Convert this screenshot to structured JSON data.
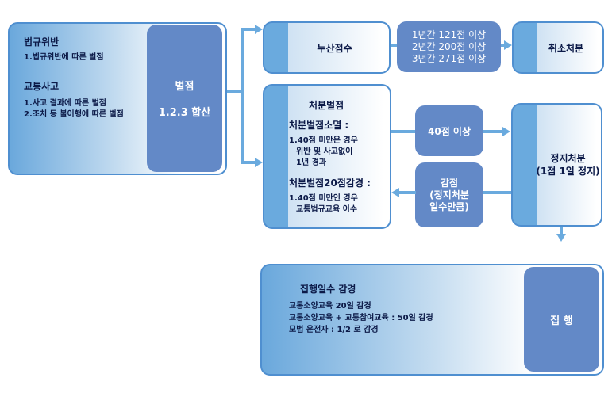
{
  "source": {
    "violation_title": "법규위반",
    "violation_item": "1.법규위반에 따른 벌점",
    "accident_title": "교통사고",
    "accident_items": [
      "1.사고 결과에 따른 벌점",
      "2.조치 등 불이행에 따른 벌점"
    ],
    "sum_title": "벌점",
    "sum_label": "1.2.3 합산"
  },
  "cumulative": {
    "label": "누산점수",
    "thresholds": [
      "1년간 121점 이상",
      "2년간 200점 이상",
      "3년간 271점 이상"
    ],
    "result": "취소처분"
  },
  "disposal": {
    "title": "처분벌점",
    "extinct_title": "처분벌점소멸 :",
    "extinct_lines": [
      "1.40점 미만은 경우",
      "위반 및 사고없이",
      "1년 경과"
    ],
    "reduce_title": "처분벌점20점감경 :",
    "reduce_lines": [
      "1.40점 미만인 경우",
      "교통법규교육 이수"
    ],
    "over40": "40점 이상",
    "deduct_lines": [
      "감점",
      "(정지처분",
      "일수만큼)"
    ],
    "suspend_lines": [
      "정지처분",
      "(1점 1일 정지)"
    ]
  },
  "execution": {
    "title": "집행일수 감경",
    "lines": [
      "교통소양교육 20일 감경",
      "교통소양교육 + 교통참여교육 : 50일  감경",
      "모범 운전자 : 1/2 로 감경"
    ],
    "result": "집 행"
  }
}
